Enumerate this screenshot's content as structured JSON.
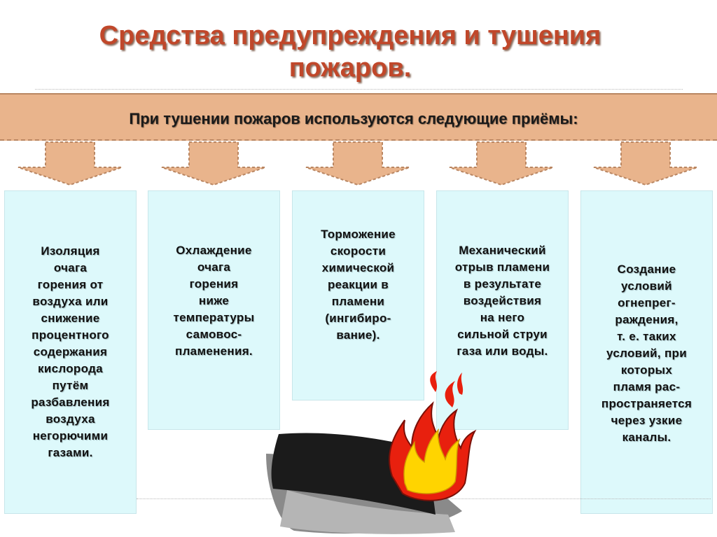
{
  "slide": {
    "title": "Средства предупреждения и тушения\nпожаров.",
    "banner": "При тушении пожаров используются следующие приёмы:",
    "colors": {
      "title": "#c0472a",
      "banner": "#e9b48c",
      "box": "#ddf9fb"
    },
    "boxes": [
      {
        "text": "Изоляция\nочага\nгорения от\nвоздуха или\nснижение\nпроцентного\nсодержания\nкислорода\nпутём\nразбавления\nвоздуха\nнегорючими\nгазами."
      },
      {
        "text": "Охлаждение\nочага\nгорения\nниже\nтемпературы\nсамовос-\nпламенения."
      },
      {
        "text": "Торможение\nскорости\nхимической\nреакции в\nпламени\n(ингибиро-\nвание)."
      },
      {
        "text": "Механический\nотрыв пламени\nв результате\nвоздействия\nна него\nсильной струи\nгаза или воды."
      },
      {
        "text": "Создание\nусловий\nогнепрег-\nраждения,\nт. е. таких\nусловий, при\nкоторых\nпламя рас-\nпространяется\nчерез узкие\nканалы."
      }
    ],
    "illustration": {
      "icon": "burning-cloth-icon"
    }
  }
}
